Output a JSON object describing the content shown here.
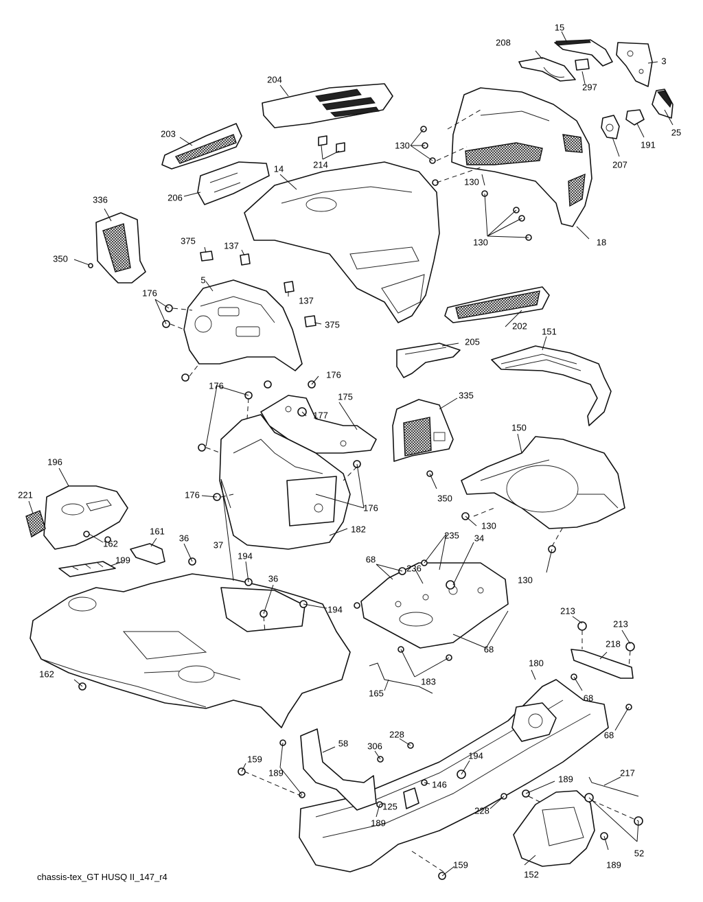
{
  "caption": "chassis-tex_GT HUSQ II_147_r4",
  "callouts": [
    {
      "id": "c15",
      "text": "15"
    },
    {
      "id": "c208",
      "text": "208"
    },
    {
      "id": "c3",
      "text": "3"
    },
    {
      "id": "c297",
      "text": "297"
    },
    {
      "id": "c204",
      "text": "204"
    },
    {
      "id": "c25",
      "text": "25"
    },
    {
      "id": "c191",
      "text": "191"
    },
    {
      "id": "c207",
      "text": "207"
    },
    {
      "id": "c203",
      "text": "203"
    },
    {
      "id": "c130a",
      "text": "130"
    },
    {
      "id": "c214",
      "text": "214"
    },
    {
      "id": "c130b",
      "text": "130"
    },
    {
      "id": "c14",
      "text": "14"
    },
    {
      "id": "c206",
      "text": "206"
    },
    {
      "id": "c130c",
      "text": "130"
    },
    {
      "id": "c18",
      "text": "18"
    },
    {
      "id": "c336",
      "text": "336"
    },
    {
      "id": "c375a",
      "text": "375"
    },
    {
      "id": "c137a",
      "text": "137"
    },
    {
      "id": "c350a",
      "text": "350"
    },
    {
      "id": "c5",
      "text": "5"
    },
    {
      "id": "c137b",
      "text": "137"
    },
    {
      "id": "c176a",
      "text": "176"
    },
    {
      "id": "c375b",
      "text": "375"
    },
    {
      "id": "c202",
      "text": "202"
    },
    {
      "id": "c151",
      "text": "151"
    },
    {
      "id": "c205",
      "text": "205"
    },
    {
      "id": "c176b",
      "text": "176"
    },
    {
      "id": "c176c",
      "text": "176"
    },
    {
      "id": "c175",
      "text": "175"
    },
    {
      "id": "c335",
      "text": "335"
    },
    {
      "id": "c177",
      "text": "177"
    },
    {
      "id": "c150",
      "text": "150"
    },
    {
      "id": "c196",
      "text": "196"
    },
    {
      "id": "c176d",
      "text": "176"
    },
    {
      "id": "c350b",
      "text": "350"
    },
    {
      "id": "c221",
      "text": "221"
    },
    {
      "id": "c176e",
      "text": "176"
    },
    {
      "id": "c130d",
      "text": "130"
    },
    {
      "id": "c161",
      "text": "161"
    },
    {
      "id": "c182",
      "text": "182"
    },
    {
      "id": "c162a",
      "text": "162"
    },
    {
      "id": "c36a",
      "text": "36"
    },
    {
      "id": "c37",
      "text": "37"
    },
    {
      "id": "c194a",
      "text": "194"
    },
    {
      "id": "c235",
      "text": "235"
    },
    {
      "id": "c34",
      "text": "34"
    },
    {
      "id": "c68a",
      "text": "68"
    },
    {
      "id": "c199",
      "text": "199"
    },
    {
      "id": "c236",
      "text": "236"
    },
    {
      "id": "c130e",
      "text": "130"
    },
    {
      "id": "c36b",
      "text": "36"
    },
    {
      "id": "c194b",
      "text": "194"
    },
    {
      "id": "c213a",
      "text": "213"
    },
    {
      "id": "c213b",
      "text": "213"
    },
    {
      "id": "c218",
      "text": "218"
    },
    {
      "id": "c68b",
      "text": "68"
    },
    {
      "id": "c180",
      "text": "180"
    },
    {
      "id": "c183",
      "text": "183"
    },
    {
      "id": "c162b",
      "text": "162"
    },
    {
      "id": "c165",
      "text": "165"
    },
    {
      "id": "c68c",
      "text": "68"
    },
    {
      "id": "c68d",
      "text": "68"
    },
    {
      "id": "c228a",
      "text": "228"
    },
    {
      "id": "c58",
      "text": "58"
    },
    {
      "id": "c306",
      "text": "306"
    },
    {
      "id": "c194c",
      "text": "194"
    },
    {
      "id": "c159a",
      "text": "159"
    },
    {
      "id": "c189a",
      "text": "189"
    },
    {
      "id": "c146",
      "text": "146"
    },
    {
      "id": "c217",
      "text": "217"
    },
    {
      "id": "c189b",
      "text": "189"
    },
    {
      "id": "c125",
      "text": "125"
    },
    {
      "id": "c228b",
      "text": "228"
    },
    {
      "id": "c189c",
      "text": "189"
    },
    {
      "id": "c52",
      "text": "52"
    },
    {
      "id": "c159b",
      "text": "159"
    },
    {
      "id": "c189d",
      "text": "189"
    },
    {
      "id": "c152",
      "text": "152"
    }
  ]
}
